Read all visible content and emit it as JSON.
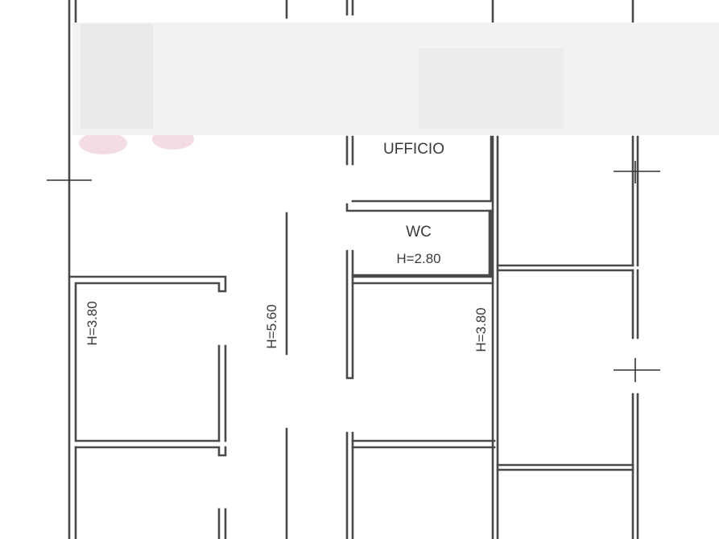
{
  "rooms": {
    "office": {
      "label": "UFFICIO"
    },
    "wc": {
      "label": "WC",
      "height": "H=2.80"
    }
  },
  "heights": {
    "left_room": "H=3.80",
    "corridor": "H=5.60",
    "right_room": "H=3.80"
  },
  "colors": {
    "wall": "#4a4a4a",
    "background": "#ffffff",
    "censor_bar": "#f2f2f2"
  }
}
